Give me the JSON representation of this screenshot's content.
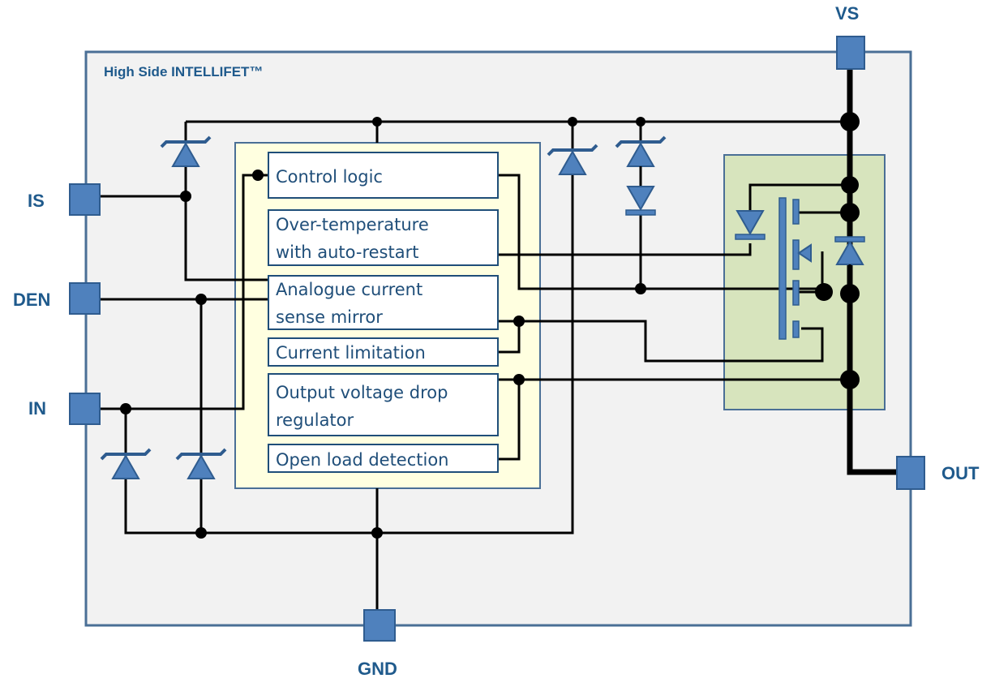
{
  "title": "High Side INTELLIFET™",
  "pins": {
    "vs": "VS",
    "is": "IS",
    "den": "DEN",
    "in": "IN",
    "gnd": "GND",
    "out": "OUT"
  },
  "blocks": [
    [
      "Control logic"
    ],
    [
      "Over-temperature",
      "with auto-restart"
    ],
    [
      "Analogue current",
      "sense mirror"
    ],
    [
      "Current limitation"
    ],
    [
      "Output voltage drop",
      "regulator"
    ],
    [
      "Open load detection"
    ]
  ],
  "colors": {
    "pin_fill": "#4f81bd",
    "label_text": "#1f5a8c",
    "chip_background": "#f2f2f2",
    "logic_background": "#ffffe0",
    "power_stage_background": "#d7e4bd"
  }
}
